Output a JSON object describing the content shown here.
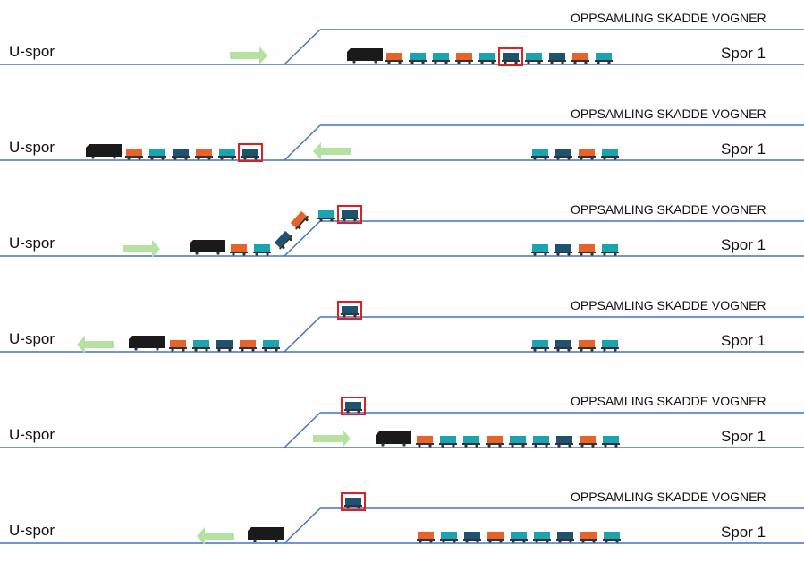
{
  "labels": {
    "u_track": "U-spor",
    "track_1": "Spor 1",
    "damaged_siding": "OPPSAMLING SKADDE VOGNER"
  },
  "colors": {
    "track": "#4472c4",
    "locomotive": "#1a1a1a",
    "orange_wagon": "#e8632a",
    "teal_wagon": "#1aa3b0",
    "navy_wagon": "#1d5270",
    "highlight": "#e02020",
    "arrow": "#b7e1a1"
  },
  "steps": [
    {
      "arrow": "right",
      "engine": "attached",
      "main": [
        "orange",
        "teal",
        "teal",
        "orange",
        "teal",
        "navy",
        "teal",
        "navy",
        "orange",
        "teal"
      ],
      "damaged_index": 5,
      "siding": []
    },
    {
      "arrow": "left",
      "engine": "attached",
      "main": [
        "teal",
        "navy",
        "orange",
        "teal"
      ],
      "left_train": [
        "orange",
        "teal",
        "navy",
        "orange",
        "teal",
        "navy"
      ],
      "damaged_index": 5,
      "siding": []
    },
    {
      "arrow": "right",
      "engine": "attached",
      "main": [
        "teal",
        "navy",
        "orange",
        "teal"
      ],
      "left_train": [
        "orange",
        "teal",
        "navy",
        "orange",
        "teal",
        "navy"
      ],
      "damaged_index": 5,
      "siding": []
    },
    {
      "arrow": "left",
      "engine": "attached",
      "main": [
        "teal",
        "navy",
        "orange",
        "teal"
      ],
      "left_train": [
        "orange",
        "teal",
        "navy",
        "orange",
        "teal"
      ],
      "siding": [
        "navy"
      ]
    },
    {
      "arrow": "right",
      "engine": "attached",
      "main": [
        "orange",
        "teal",
        "teal",
        "orange",
        "teal",
        "teal",
        "navy",
        "orange",
        "teal"
      ],
      "siding": [
        "navy"
      ]
    },
    {
      "arrow": "left",
      "engine": "detached",
      "main": [
        "orange",
        "teal",
        "navy",
        "orange",
        "teal",
        "teal",
        "navy",
        "orange",
        "teal"
      ],
      "siding": [
        "navy"
      ]
    }
  ]
}
